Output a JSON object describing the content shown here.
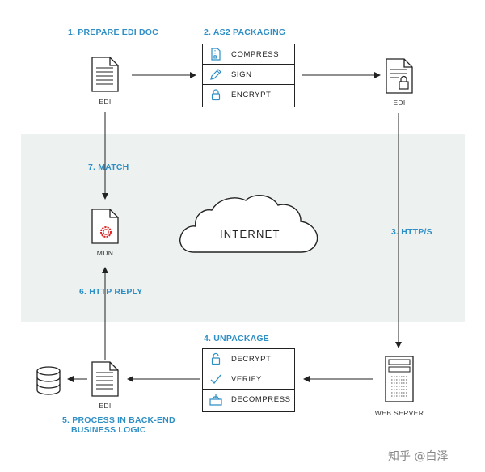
{
  "steps": {
    "s1": "1. PREPARE EDI DOC",
    "s2": "2. AS2 PACKAGING",
    "s3": "3. HTTP/S",
    "s4": "4. UNPACKAGE",
    "s5_line1": "5. PROCESS IN BACK-END",
    "s5_line2": "BUSINESS LOGIC",
    "s6": "6. HTTP REPLY",
    "s7": "7. MATCH"
  },
  "packaging": [
    {
      "label": "COMPRESS",
      "icon": "compress-icon"
    },
    {
      "label": "SIGN",
      "icon": "pen-icon"
    },
    {
      "label": "ENCRYPT",
      "icon": "lock-icon"
    }
  ],
  "unpackage": [
    {
      "label": "DECRYPT",
      "icon": "unlock-icon"
    },
    {
      "label": "VERIFY",
      "icon": "check-icon"
    },
    {
      "label": "DECOMPRESS",
      "icon": "decompress-icon"
    }
  ],
  "labels": {
    "edi_source": "EDI",
    "edi_encrypted": "EDI",
    "edi_received": "EDI",
    "mdn": "MDN",
    "web_server": "WEB SERVER",
    "internet": "INTERNET"
  },
  "watermark": "知乎 @白泽",
  "colors": {
    "accent": "#2f8fc5",
    "band": "#edf1f0",
    "line": "#222222"
  }
}
